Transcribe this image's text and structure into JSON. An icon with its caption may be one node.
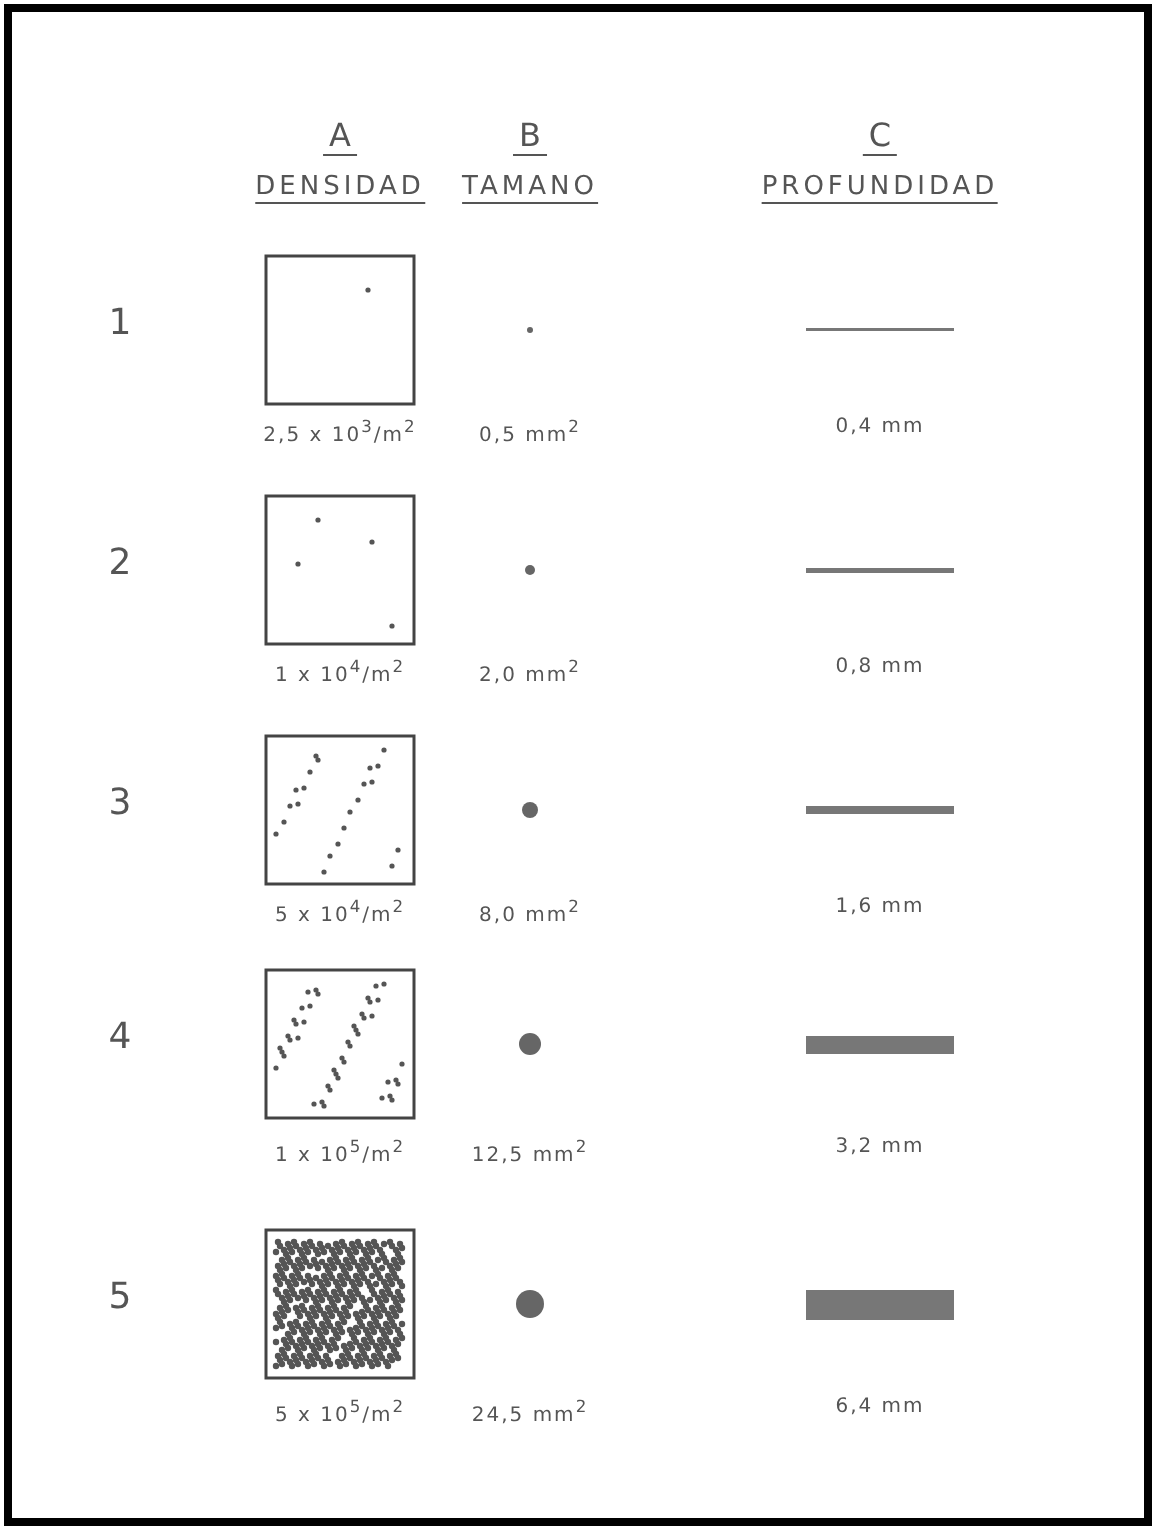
{
  "diagram": {
    "labels": [
      "A",
      "B",
      "C",
      "DENSIDAD",
      "TAMANO",
      "PROFUNDIDAD",
      "1",
      "2,5 x 10$^{3}$/m$^{2}$",
      "0,5 mm$^{2}$",
      "0,4 mm",
      "2",
      "1 x 10$^{4}$/m$^{2}$",
      "2,0 mm$^{2}$",
      "0,8 mm",
      "3",
      "5 x 10$^{4}$/m$^{2}$",
      "8,0 mm$^{2}$",
      "1,6 mm",
      "4",
      "1 x 10$^{5}$/m$^{2}$",
      "12,5 mm$^{2}$",
      "3,2 mm",
      "5",
      "5 x 10$^{5}$/m$^{2}$",
      "24,5 mm$^{2}$",
      "6,4 mm"
    ]
  }
}
